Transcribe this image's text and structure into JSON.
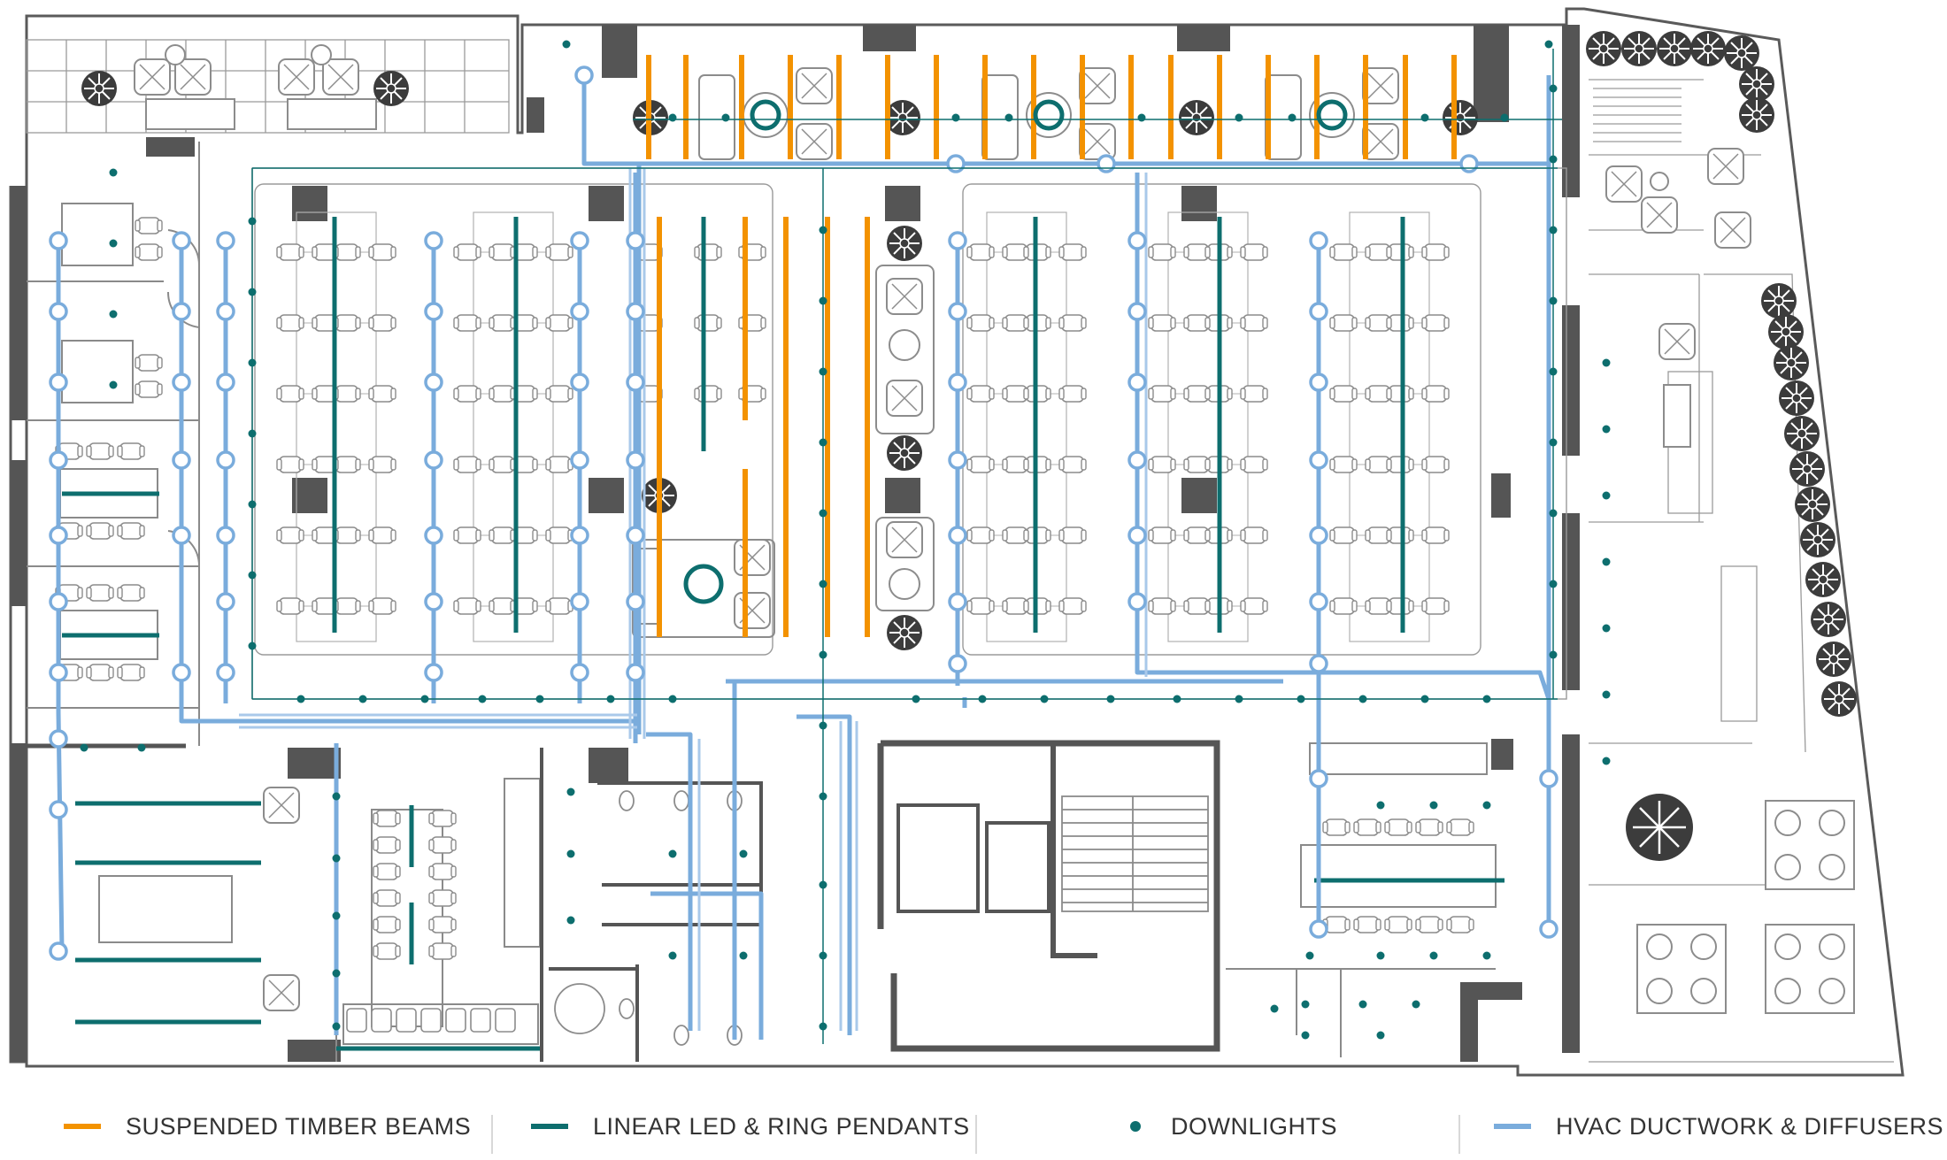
{
  "colors": {
    "timber": "#f39200",
    "led": "#0d6e6e",
    "downlight": "#0d6e6e",
    "hvac": "#7aacdc",
    "wall": "#5a5a5a",
    "thin": "#9a9a9a"
  },
  "legend": {
    "items": [
      {
        "label": "SUSPENDED TIMBER BEAMS",
        "symbol": "line",
        "color": "#f39200"
      },
      {
        "label": "LINEAR LED & RING PENDANTS",
        "symbol": "line",
        "color": "#0d6e6e"
      },
      {
        "label": "DOWNLIGHTS",
        "symbol": "dot",
        "color": "#0d6e6e"
      },
      {
        "label": "HVAC DUCTWORK & DIFFUSERS",
        "symbol": "line",
        "color": "#7aacdc"
      }
    ]
  },
  "icons": [
    "plant-icon",
    "desk-chair-icon",
    "lounge-chair-icon",
    "stair-icon",
    "toilet-icon",
    "tree-icon",
    "table-icon"
  ]
}
